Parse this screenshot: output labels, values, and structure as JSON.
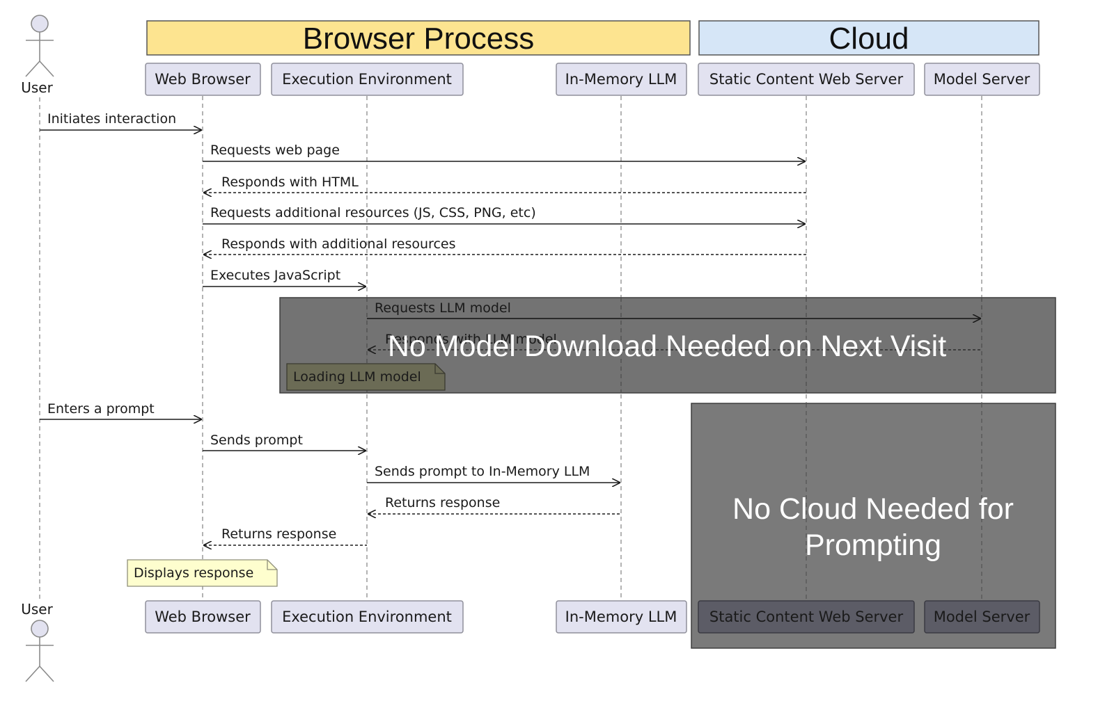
{
  "groups": {
    "browser": {
      "label": "Browser Process",
      "color": "#fde490"
    },
    "cloud": {
      "label": "Cloud",
      "color": "#d6e6f7"
    }
  },
  "actor": {
    "label": "User"
  },
  "participants": {
    "web_browser": "Web Browser",
    "execution_environment": "Execution Environment",
    "in_memory_llm": "In-Memory LLM",
    "static_content_web_server": "Static Content Web Server",
    "model_server": "Model Server"
  },
  "messages": [
    {
      "label": "Initiates interaction",
      "from": "user",
      "to": "web_browser",
      "kind": "sync"
    },
    {
      "label": "Requests web page",
      "from": "web_browser",
      "to": "static_content_web_server",
      "kind": "sync"
    },
    {
      "label": "Responds with HTML",
      "from": "static_content_web_server",
      "to": "web_browser",
      "kind": "reply"
    },
    {
      "label": "Requests additional resources (JS, CSS, PNG, etc)",
      "from": "web_browser",
      "to": "static_content_web_server",
      "kind": "sync"
    },
    {
      "label": "Responds with additional resources",
      "from": "static_content_web_server",
      "to": "web_browser",
      "kind": "reply"
    },
    {
      "label": "Executes JavaScript",
      "from": "web_browser",
      "to": "execution_environment",
      "kind": "sync"
    },
    {
      "label": "Requests LLM model",
      "from": "execution_environment",
      "to": "model_server",
      "kind": "sync"
    },
    {
      "label": "Responds with LLM model",
      "from": "model_server",
      "to": "execution_environment",
      "kind": "reply"
    },
    {
      "label": "Enters a prompt",
      "from": "user",
      "to": "web_browser",
      "kind": "sync"
    },
    {
      "label": "Sends prompt",
      "from": "web_browser",
      "to": "execution_environment",
      "kind": "sync"
    },
    {
      "label": "Sends prompt to In-Memory LLM",
      "from": "execution_environment",
      "to": "in_memory_llm",
      "kind": "sync"
    },
    {
      "label": "Returns response",
      "from": "in_memory_llm",
      "to": "execution_environment",
      "kind": "reply"
    },
    {
      "label": "Returns response",
      "from": "execution_environment",
      "to": "web_browser",
      "kind": "reply"
    }
  ],
  "notes": {
    "loading": "Loading LLM model",
    "displays": "Displays response"
  },
  "overlays": {
    "model_download": "No Model Download Needed on Next Visit",
    "cloud_line1": "No Cloud Needed for",
    "cloud_line2": "Prompting"
  },
  "colors": {
    "participant_fill": "#e2e2f0",
    "participant_stroke": "#8f8f9a",
    "note_fill": "#fefece",
    "overlay_fill": "#6e6e6e"
  }
}
